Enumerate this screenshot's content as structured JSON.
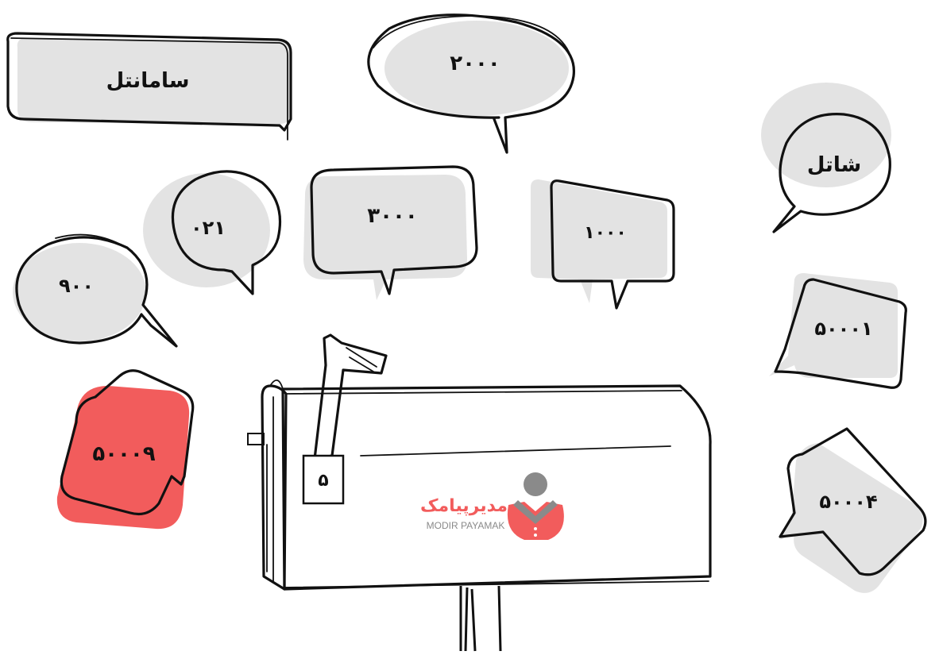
{
  "bubbles": {
    "samantel": "سامانتل",
    "b2000": "۲۰۰۰",
    "shatel": "شاتل",
    "b021": "۰۲۱",
    "b3000": "۳۰۰۰",
    "b1000": "۱۰۰۰",
    "b900": "۹۰۰",
    "b50001": "۵۰۰۰۱",
    "b50009": "۵۰۰۰۹",
    "b50004": "۵۰۰۰۴"
  },
  "mailbox": {
    "tag_number": "۵"
  },
  "logo": {
    "name_fa": "مدیرپیامک",
    "name_en": "MODIR PAYAMAK"
  },
  "colors": {
    "accent_red": "#f25c5c",
    "shade_gray": "#e3e3e3",
    "ink": "#111111",
    "logo_gray": "#8a8a8a"
  }
}
